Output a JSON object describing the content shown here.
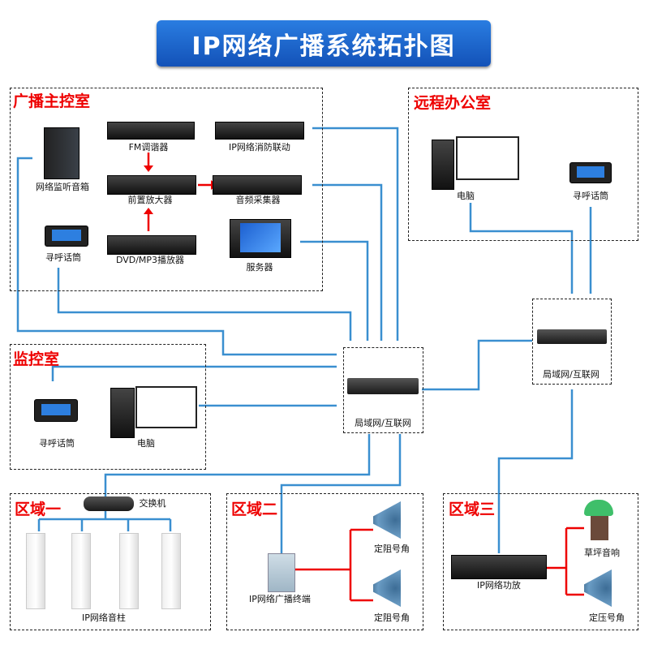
{
  "title": "IP网络广播系统拓扑图",
  "colors": {
    "network_line": "#3a8fd0",
    "audio_line": "#e00000",
    "region_title": "#e00000"
  },
  "regions": {
    "main_control": {
      "title": "广播主控室",
      "devices": {
        "fm": "FM调谐器",
        "fire": "IP网络消防联动",
        "monitor_speaker": "网络监听音箱",
        "preamp": "前置放大器",
        "collector": "音频采集器",
        "mic": "寻呼话筒",
        "dvd": "DVD/MP3播放器",
        "server": "服务器"
      }
    },
    "remote_office": {
      "title": "远程办公室",
      "devices": {
        "pc": "电脑",
        "mic": "寻呼话筒"
      }
    },
    "monitor_room": {
      "title": "监控室",
      "devices": {
        "mic": "寻呼话筒",
        "pc": "电脑"
      }
    },
    "center_switch": {
      "label": "局域网/互联网"
    },
    "remote_switch": {
      "label": "局域网/互联网"
    },
    "zone1": {
      "title": "区域一",
      "switch": "交换机",
      "columns": "IP网络音柱"
    },
    "zone2": {
      "title": "区域二",
      "terminal": "IP网络广播终端",
      "horn1": "定阻号角",
      "horn2": "定阻号角"
    },
    "zone3": {
      "title": "区域三",
      "amp": "IP网络功放",
      "lawn": "草坪音响",
      "horn": "定压号角"
    }
  }
}
